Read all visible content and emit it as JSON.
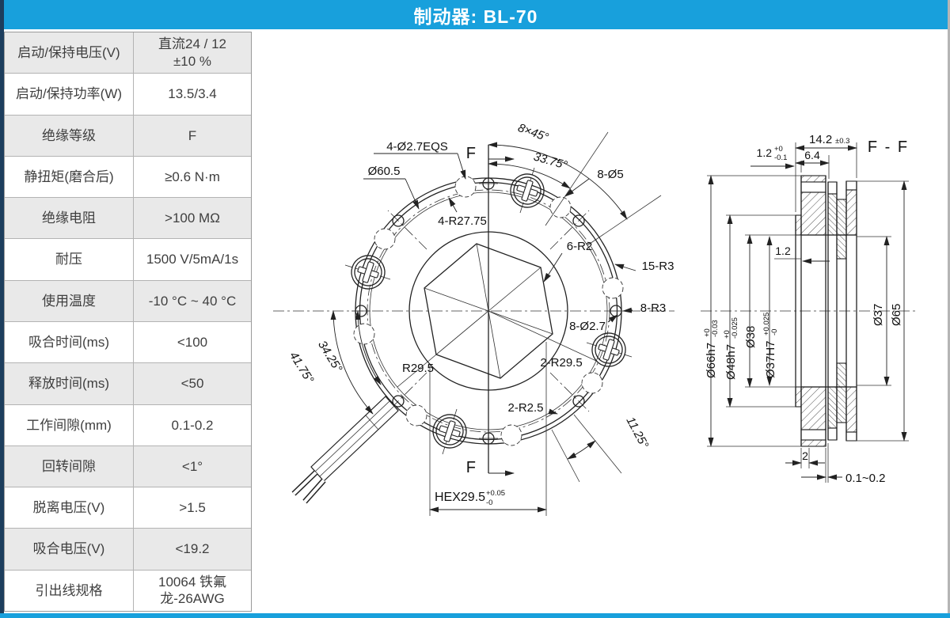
{
  "title": "制动器: BL-70",
  "theme": {
    "accent": "#18a0dc",
    "sidebar": "#1d3e5d",
    "row_alt": "#e9e9e9",
    "line": "#222222"
  },
  "spec_table": {
    "rows": [
      {
        "label": "启动/保持电压(V)",
        "value": "直流24 / 12\n±10 %"
      },
      {
        "label": "启动/保持功率(W)",
        "value": "13.5/3.4"
      },
      {
        "label": "绝缘等级",
        "value": "F"
      },
      {
        "label": "静扭矩(磨合后)",
        "value": "≥0.6 N·m"
      },
      {
        "label": "绝缘电阻",
        "value": ">100 MΩ"
      },
      {
        "label": "耐压",
        "value": "1500 V/5mA/1s"
      },
      {
        "label": "使用温度",
        "value": "-10 °C ~ 40 °C"
      },
      {
        "label": "吸合时间(ms)",
        "value": "<100"
      },
      {
        "label": "释放时间(ms)",
        "value": "<50"
      },
      {
        "label": "工作间隙(mm)",
        "value": "0.1-0.2"
      },
      {
        "label": "回转间隙",
        "value": "<1°"
      },
      {
        "label": "脱离电压(V)",
        "value": ">1.5"
      },
      {
        "label": "吸合电压(V)",
        "value": "<19.2"
      },
      {
        "label": "引出线规格",
        "value": "10064 铁氟龙-26AWG"
      }
    ]
  },
  "front": {
    "f_top": "F",
    "f_bottom": "F",
    "labels": {
      "eqs": "4-Ø2.7EQS",
      "d605": "Ø60.5",
      "a845": "8×45°",
      "a3375": "33.75°",
      "d85": "8-Ø5",
      "r2775": "4-R27.75",
      "r2": "6-R2",
      "r3_15": "15-R3",
      "r3_8": "8-R3",
      "d827": "8-Ø2.7",
      "a3425": "34.25°",
      "a4175": "41.75°",
      "r295": "R29.5",
      "r295_2": "2-R29.5",
      "r25": "2-R2.5",
      "a1125": "11.25°"
    },
    "hex": {
      "base": "HEX29.5",
      "tu": "+0.05",
      "td": "-0"
    }
  },
  "section": {
    "title": "F - F",
    "w12": {
      "base": "1.2",
      "tu": "+0",
      "td": "-0.1"
    },
    "w142": {
      "base": "14.2",
      "tol": "±0.3"
    },
    "w64": "6.4",
    "w12b": "1.2",
    "dl": [
      {
        "base": "Ø66h7",
        "tu": "+0",
        "td": "-0.03"
      },
      {
        "base": "Ø48h7",
        "tu": "+0",
        "td": "-0.025"
      },
      {
        "base": "Ø38",
        "tu": "",
        "td": ""
      },
      {
        "base": "Ø37H7",
        "tu": "+0.025",
        "td": "-0"
      }
    ],
    "dr": [
      "Ø37",
      "Ø65"
    ],
    "b2": "2",
    "gap": "0.1~0.2"
  }
}
